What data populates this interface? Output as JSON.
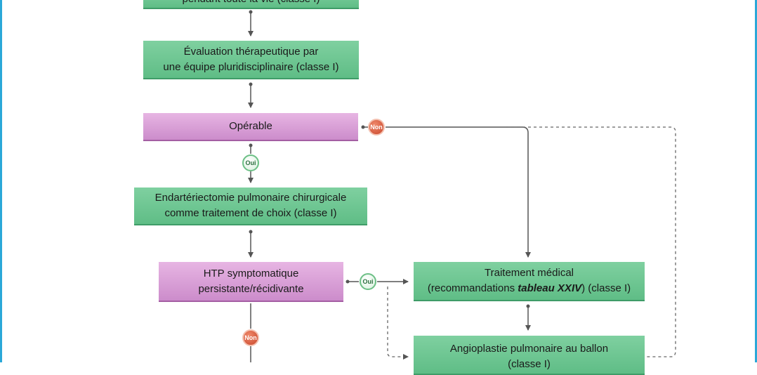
{
  "boxes": {
    "top_partial": "pendant toute la vie (classe I)",
    "evaluation": [
      "Évaluation thérapeutique par",
      "une équipe pluridisciplinaire (classe I)"
    ],
    "operable": "Opérable",
    "endarterectomie": [
      "Endartériectomie pulmonaire chirurgicale",
      "comme traitement de choix (classe I)"
    ],
    "htp": [
      "HTP symptomatique",
      "persistante/récidivante"
    ],
    "traitement": {
      "line1": "Traitement médical",
      "line2_prefix": "(recommandations ",
      "line2_emph": "tableau XXIV",
      "line2_suffix": ") (classe I)"
    },
    "angioplastie": [
      "Angioplastie pulmonaire au ballon",
      "(classe I)"
    ]
  },
  "badges": {
    "oui": "Oui",
    "non": "Non"
  },
  "colors": {
    "green_box": "#6cc592",
    "pink_box": "#d89bd6",
    "arrow": "#555555",
    "frame": "#2aa8d8"
  }
}
